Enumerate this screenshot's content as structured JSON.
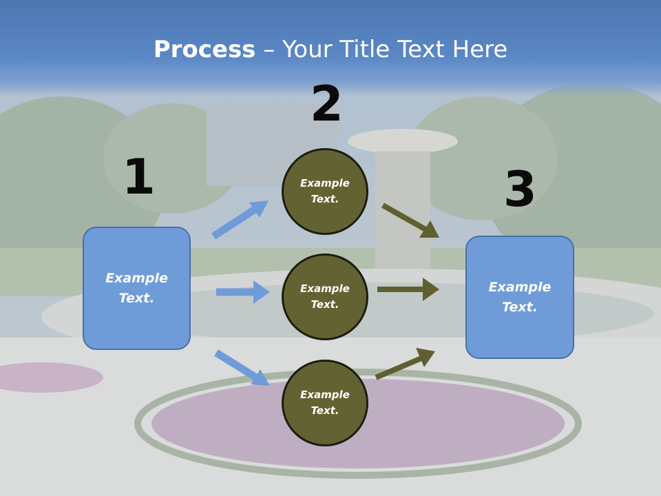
{
  "slide": {
    "title_bold": "Process",
    "title_rest": " – Your Title Text Here"
  },
  "steps": [
    {
      "number": "1"
    },
    {
      "number": "2"
    },
    {
      "number": "3"
    }
  ],
  "left_box": {
    "line1": "Example",
    "line2": "Text."
  },
  "right_box": {
    "line1": "Example",
    "line2": "Text."
  },
  "circles": [
    {
      "line1": "Example",
      "line2": "Text."
    },
    {
      "line1": "Example",
      "line2": "Text."
    },
    {
      "line1": "Example",
      "line2": "Text."
    }
  ],
  "colors": {
    "box_fill": "#6f9bd8",
    "circle_fill": "#636232",
    "blue_arrow": "#6f9bd8",
    "olive_arrow": "#5f5f30"
  }
}
